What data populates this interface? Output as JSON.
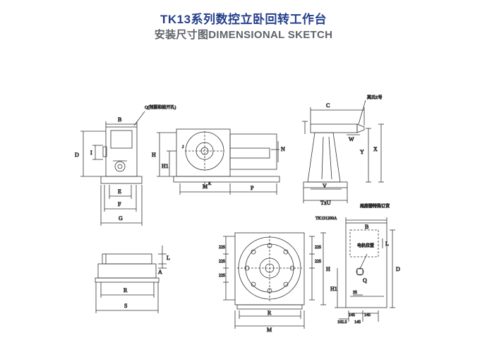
{
  "header": {
    "title": "TK13系列数控立卧回转工作台",
    "subtitle": "安装尺寸图DIMENSIONAL SKETCH"
  },
  "labels": {
    "q_note": "Q(剂紧和松开孔)",
    "tail_note": "莫氏Z号",
    "model": "TK131200A",
    "tailstock_note": "尾座需特殊订货",
    "motor": "电机位置",
    "B": "B",
    "D": "D",
    "I": "I",
    "E": "E",
    "F": "F",
    "G": "G",
    "H": "H",
    "H1": "H1",
    "K": "K",
    "M": "M",
    "P": "P",
    "N": "N",
    "C": "C",
    "W": "W",
    "Y": "Y",
    "X": "X",
    "V": "V",
    "TxU": "TxU",
    "L": "L",
    "A": "A",
    "R": "R",
    "S": "S",
    "J": "J",
    "Q": "Q",
    "d225a": "225",
    "d225b": "225",
    "d225c": "225",
    "d225d": "225",
    "d225e": "225",
    "d35": "35",
    "d145a": "145",
    "d145b": "145",
    "d145c": "145",
    "d1025": "102.5"
  }
}
